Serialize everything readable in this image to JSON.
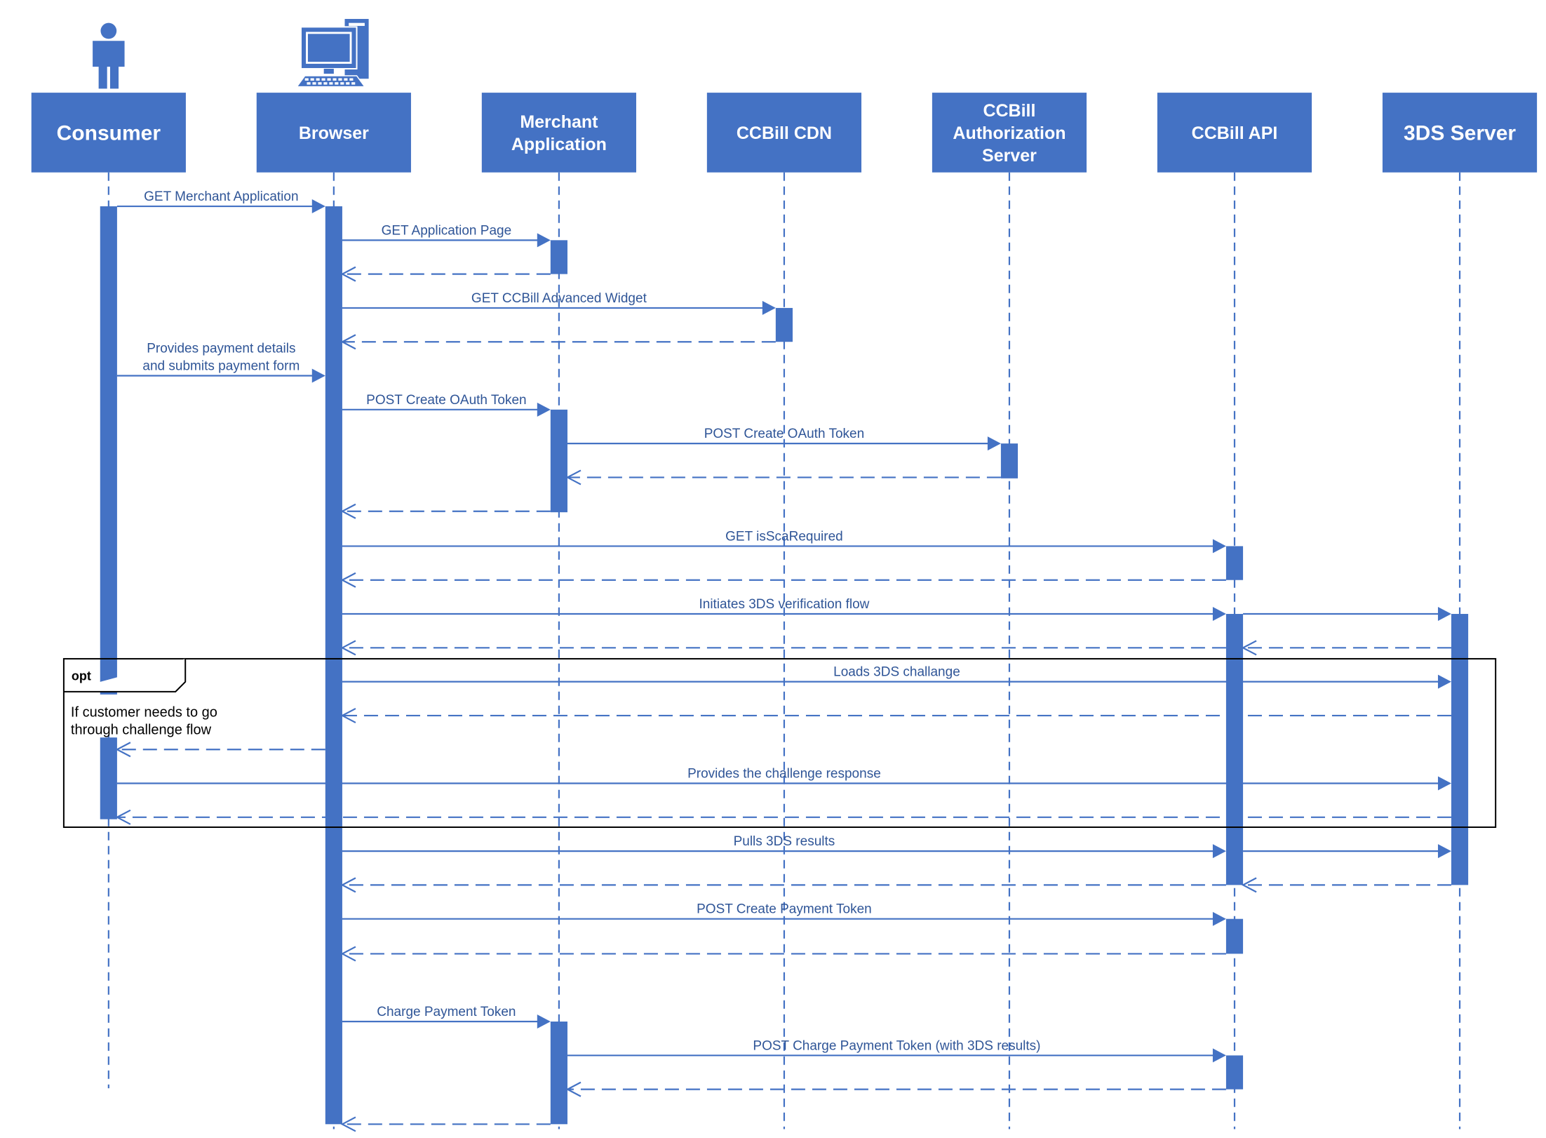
{
  "colors": {
    "primary": "#4472c4",
    "label": "#2f5597",
    "frame": "#000000"
  },
  "actor_icons": [
    {
      "name": "consumer-person-icon",
      "participant": "consumer"
    },
    {
      "name": "browser-computer-icon",
      "participant": "browser"
    }
  ],
  "participants": [
    {
      "id": "consumer",
      "lines": [
        "Consumer"
      ]
    },
    {
      "id": "browser",
      "lines": [
        "Browser"
      ]
    },
    {
      "id": "merchant",
      "lines": [
        "Merchant",
        "Application"
      ]
    },
    {
      "id": "cdn",
      "lines": [
        "CCBill CDN"
      ]
    },
    {
      "id": "auth",
      "lines": [
        "CCBill",
        "Authorization",
        "Server"
      ]
    },
    {
      "id": "api",
      "lines": [
        "CCBill API"
      ]
    },
    {
      "id": "threeds",
      "lines": [
        "3DS Server"
      ]
    }
  ],
  "messages": [
    {
      "from": "consumer",
      "to": "browser",
      "type": "call",
      "label": "GET Merchant Application"
    },
    {
      "from": "browser",
      "to": "merchant",
      "type": "call",
      "label": "GET Application Page"
    },
    {
      "from": "merchant",
      "to": "browser",
      "type": "return",
      "label": ""
    },
    {
      "from": "browser",
      "to": "cdn",
      "type": "call",
      "label": "GET CCBill Advanced Widget"
    },
    {
      "from": "cdn",
      "to": "browser",
      "type": "return",
      "label": ""
    },
    {
      "from": "consumer",
      "to": "browser",
      "type": "call",
      "label": [
        "Provides payment details",
        "and submits payment form"
      ]
    },
    {
      "from": "browser",
      "to": "merchant",
      "type": "call",
      "label": "POST Create OAuth Token"
    },
    {
      "from": "merchant",
      "to": "auth",
      "type": "call",
      "label": "POST Create OAuth Token"
    },
    {
      "from": "auth",
      "to": "merchant",
      "type": "return",
      "label": ""
    },
    {
      "from": "merchant",
      "to": "browser",
      "type": "return",
      "label": ""
    },
    {
      "from": "browser",
      "to": "api",
      "type": "call",
      "label": "GET isScaRequired"
    },
    {
      "from": "api",
      "to": "browser",
      "type": "return",
      "label": ""
    },
    {
      "from": "browser",
      "to": "api",
      "type": "call",
      "label": "Initiates 3DS verification flow"
    },
    {
      "from": "api",
      "to": "threeds",
      "type": "call",
      "label": ""
    },
    {
      "from": "threeds",
      "to": "api",
      "type": "return",
      "label": ""
    },
    {
      "from": "api",
      "to": "browser",
      "type": "return",
      "label": ""
    },
    {
      "from": "browser",
      "to": "threeds",
      "type": "call",
      "label": "Loads 3DS challange"
    },
    {
      "from": "threeds",
      "to": "browser",
      "type": "return",
      "label": ""
    },
    {
      "from": "browser",
      "to": "consumer",
      "type": "return",
      "label": ""
    },
    {
      "from": "consumer",
      "to": "threeds",
      "type": "call",
      "label": "Provides the challenge response"
    },
    {
      "from": "threeds",
      "to": "consumer",
      "type": "return",
      "label": ""
    },
    {
      "from": "browser",
      "to": "api",
      "type": "call",
      "label": "Pulls 3DS results"
    },
    {
      "from": "api",
      "to": "threeds",
      "type": "call",
      "label": ""
    },
    {
      "from": "threeds",
      "to": "api",
      "type": "return",
      "label": ""
    },
    {
      "from": "api",
      "to": "browser",
      "type": "return",
      "label": ""
    },
    {
      "from": "browser",
      "to": "api",
      "type": "call",
      "label": "POST Create Payment Token"
    },
    {
      "from": "api",
      "to": "browser",
      "type": "return",
      "label": ""
    },
    {
      "from": "browser",
      "to": "merchant",
      "type": "call",
      "label": "Charge Payment Token"
    },
    {
      "from": "merchant",
      "to": "api",
      "type": "call",
      "label": "POST Charge Payment Token (with 3DS results)"
    },
    {
      "from": "api",
      "to": "merchant",
      "type": "return",
      "label": ""
    },
    {
      "from": "merchant",
      "to": "browser",
      "type": "return",
      "label": ""
    }
  ],
  "fragment": {
    "operator": "opt",
    "condition": [
      "If customer needs to go",
      "through challenge flow"
    ]
  }
}
